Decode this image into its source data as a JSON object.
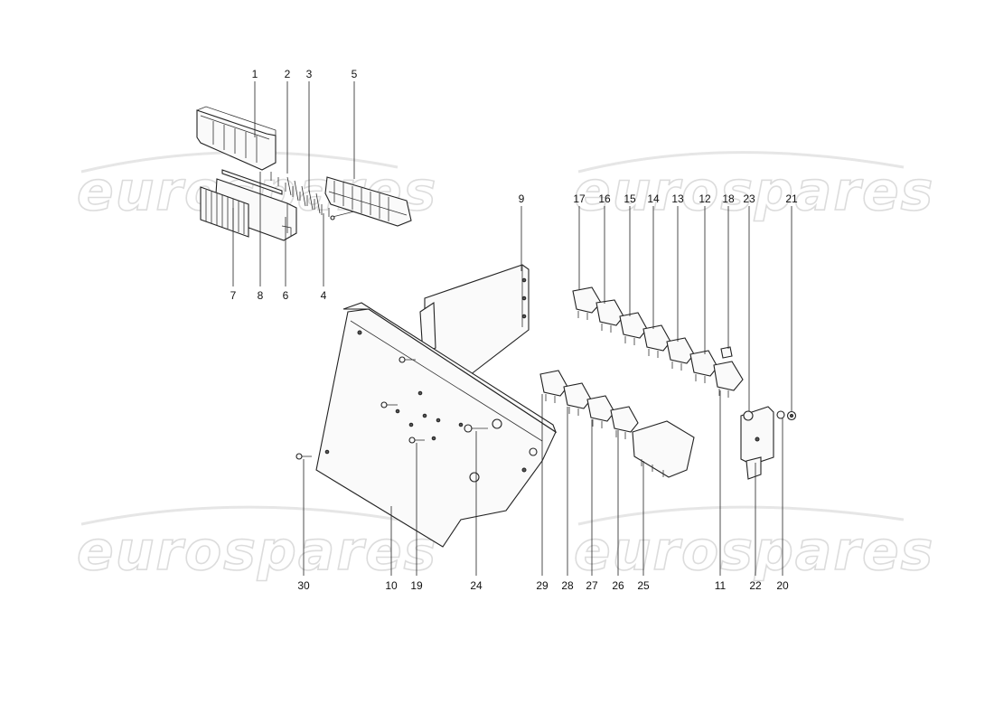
{
  "watermarks": [
    "eurospares",
    "eurospares",
    "eurospares",
    "eurospares"
  ],
  "callouts": [
    "1",
    "2",
    "3",
    "5",
    "7",
    "8",
    "6",
    "4",
    "9",
    "17",
    "16",
    "15",
    "14",
    "13",
    "12",
    "18",
    "23",
    "21",
    "30",
    "10",
    "19",
    "24",
    "29",
    "28",
    "27",
    "26",
    "25",
    "11",
    "22",
    "20"
  ]
}
